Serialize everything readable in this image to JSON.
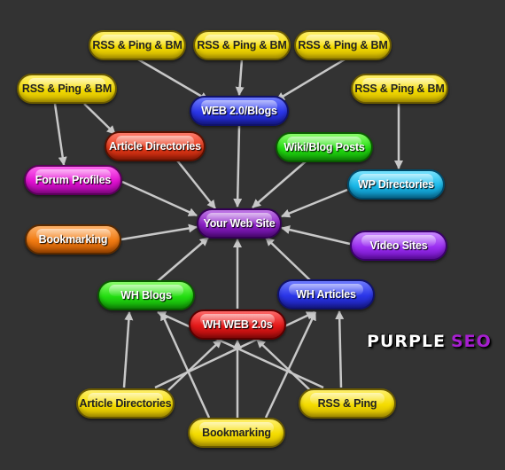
{
  "nodes": {
    "rss1": "RSS & Ping & BM",
    "rss2": "RSS & Ping & BM",
    "rss3": "RSS & Ping & BM",
    "rss4": "RSS & Ping & BM",
    "rss5": "RSS & Ping & BM",
    "web20": "WEB 2.0/Blogs",
    "articleDirTop": "Article Directories",
    "wiki": "Wiki/Blog Posts",
    "forum": "Forum Profiles",
    "wpDir": "WP Directories",
    "center": "Your Web Site",
    "bookmarkingLeft": "Bookmarking",
    "video": "Video Sites",
    "whBlogs": "WH Blogs",
    "whArticles": "WH Articles",
    "whWeb20": "WH WEB 2.0s",
    "articleDirBottom": "Article Directories",
    "rssPing": "RSS & Ping",
    "bookmarkingBottom": "Bookmarking"
  },
  "logo": {
    "word1": "PURPLE",
    "word2": "SEO"
  },
  "colors": {
    "background": "#333333",
    "arrow": "#c8c8c8",
    "logo_purple": "#a61fd0"
  }
}
